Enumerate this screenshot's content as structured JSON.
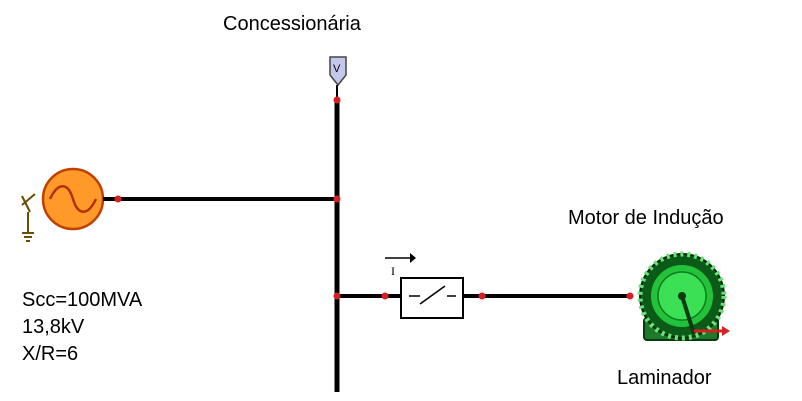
{
  "colors": {
    "wire": "#000000",
    "node": "#d42020",
    "source_fill": "#ff9a2a",
    "source_stroke": "#c04000",
    "meter_fill": "#c4c8ec",
    "motor_green": "#23c23b",
    "motor_dark": "#0c5a18"
  },
  "labels": {
    "utility": "Concessionária",
    "motor": "Motor de Indução",
    "load": "Laminador",
    "meter_symbol": "V",
    "switch_symbol": "I"
  },
  "source_specs": [
    "Scc=100MVA",
    "13,8kV",
    "X/R=6"
  ],
  "icons": {
    "source": "ac-source-icon",
    "meter": "voltmeter-icon",
    "switch": "breaker-switch-icon",
    "motor": "induction-motor-icon",
    "ground": "ground-icon"
  }
}
